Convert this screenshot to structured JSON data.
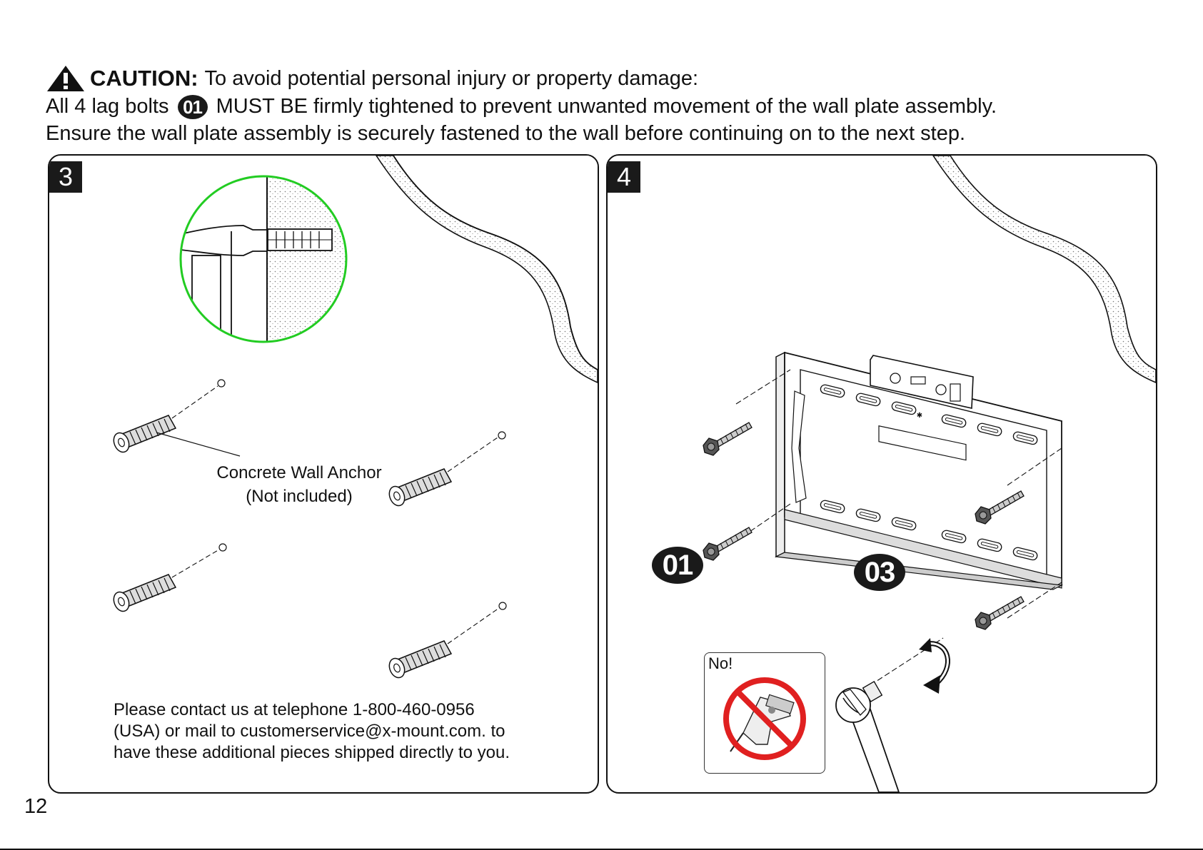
{
  "caution": {
    "label": "CAUTION:",
    "line1": "To avoid potential personal injury or property damage:",
    "line2_before": "All 4 lag bolts",
    "line2_badge": "01",
    "line2_after": "MUST BE firmly tightened to prevent unwanted movement of the wall plate assembly.",
    "line3": "Ensure the wall plate assembly is securely fastened to the wall before continuing on to the next step."
  },
  "step3": {
    "number": "3",
    "anchor_label_line1": "Concrete Wall Anchor",
    "anchor_label_line2": "(Not included)",
    "contact_line1": "Please contact us at telephone 1-800-460-0956",
    "contact_line2": "(USA) or mail to customerservice@x-mount.com. to",
    "contact_line3": "have these additional pieces shipped directly to you."
  },
  "step4": {
    "number": "4",
    "badge_bolt": "01",
    "badge_plate": "03",
    "no_label": "No!"
  },
  "page_number": "12",
  "colors": {
    "detail_circle": "#22cc22",
    "prohibit": "#e02020",
    "badge": "#1a1a1a"
  }
}
